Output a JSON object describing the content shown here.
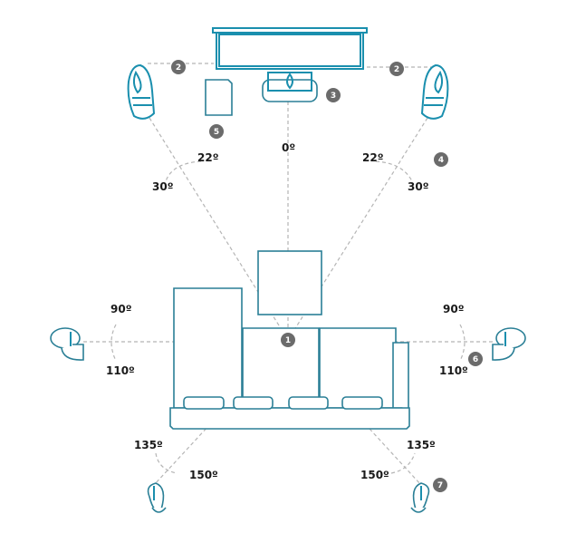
{
  "diagram": {
    "angles": {
      "center": "0º",
      "front_left_inner": "22º",
      "front_left_outer": "30º",
      "front_right_inner": "22º",
      "front_right_outer": "30º",
      "side_left_top": "90º",
      "side_left_bottom": "110º",
      "side_right_top": "90º",
      "side_right_bottom": "110º",
      "rear_left_top": "135º",
      "rear_left_bottom": "150º",
      "rear_right_top": "135º",
      "rear_right_bottom": "150º"
    },
    "badges": [
      "1",
      "2",
      "2",
      "3",
      "4",
      "5",
      "6",
      "7"
    ],
    "colors": {
      "outline": "#1a8fae",
      "badge": "#6b6b6b",
      "guide": "#b5b5b5"
    }
  }
}
